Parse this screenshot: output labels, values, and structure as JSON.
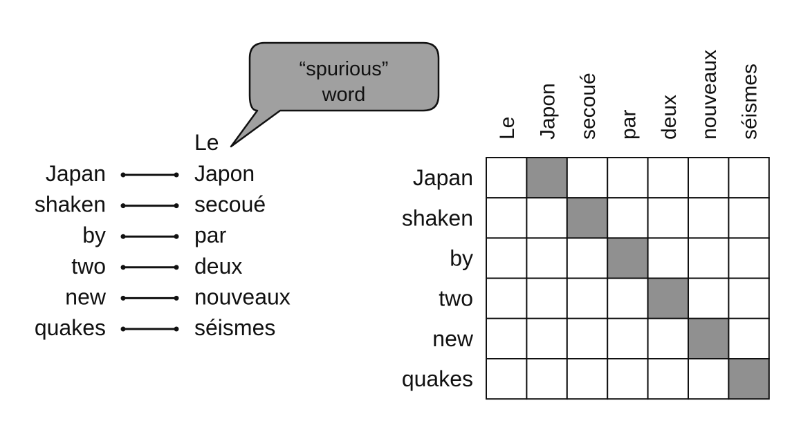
{
  "callout": {
    "line1": "“spurious”",
    "line2": "word"
  },
  "alignment_list": {
    "spurious_target": "Le",
    "pairs": [
      {
        "source": "Japan",
        "target": "Japon"
      },
      {
        "source": "shaken",
        "target": "secoué"
      },
      {
        "source": "by",
        "target": "par"
      },
      {
        "source": "two",
        "target": "deux"
      },
      {
        "source": "new",
        "target": "nouveaux"
      },
      {
        "source": "quakes",
        "target": "séismes"
      }
    ]
  },
  "matrix": {
    "columns": [
      "Le",
      "Japon",
      "secoué",
      "par",
      "deux",
      "nouveaux",
      "séismes"
    ],
    "rows": [
      "Japan",
      "shaken",
      "by",
      "two",
      "new",
      "quakes"
    ],
    "aligned_cells": [
      [
        0,
        1
      ],
      [
        1,
        2
      ],
      [
        2,
        3
      ],
      [
        3,
        4
      ],
      [
        4,
        5
      ],
      [
        5,
        6
      ]
    ]
  },
  "colors": {
    "cell_filled": "#909090",
    "cell_empty": "#ffffff",
    "callout_fill": "#a0a0a0",
    "ink": "#111111"
  }
}
